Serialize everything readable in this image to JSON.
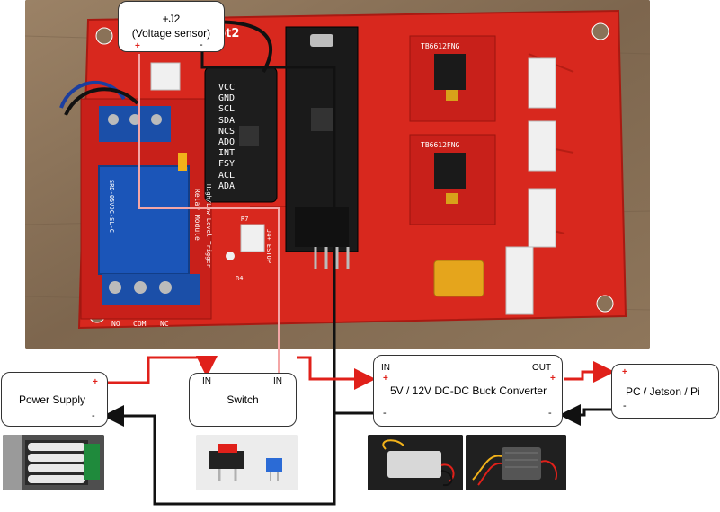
{
  "colors": {
    "board": "#d8281e",
    "board_dark": "#a81a12",
    "wood": "#8a7258",
    "positive_wire": "#e0201a",
    "negative_wire": "#111111",
    "signal_wire": "#f4a6a6",
    "relay": "#1b55b8",
    "mcu": "#1a1a1a"
  },
  "voltage_sensor": {
    "title": "+J2",
    "subtitle": "(Voltage sensor)",
    "plus": "+",
    "minus": "-"
  },
  "power_supply": {
    "label": "Power Supply",
    "plus": "+",
    "minus": "-"
  },
  "switch": {
    "label": "Switch",
    "in_left": "IN",
    "in_right": "IN"
  },
  "buck_converter": {
    "label": "5V / 12V DC-DC Buck Converter",
    "in": "IN",
    "out": "OUT",
    "in_plus": "+",
    "out_plus": "+",
    "in_minus": "-",
    "out_minus": "-"
  },
  "pc": {
    "label": "PC / Jetson / Pi",
    "plus": "+",
    "minus": "-"
  },
  "pcb": {
    "brand": "obot2",
    "imu_pins": [
      "VCC",
      "GND",
      "SCL",
      "SDA",
      "NCS",
      "ADO",
      "INT",
      "FSY",
      "ACL",
      "ADA"
    ],
    "relay_text": "SRD-05VDC-SL-C",
    "relay_module_text": "Relay Module",
    "relay_module_sub": "High/Low Level Trigger",
    "relay_terminals": [
      "NO",
      "COM",
      "NC"
    ],
    "driver_chip": "TB6612FNG",
    "estop": "J4+ ESTOP",
    "r4": "R4",
    "r7": "R7"
  }
}
